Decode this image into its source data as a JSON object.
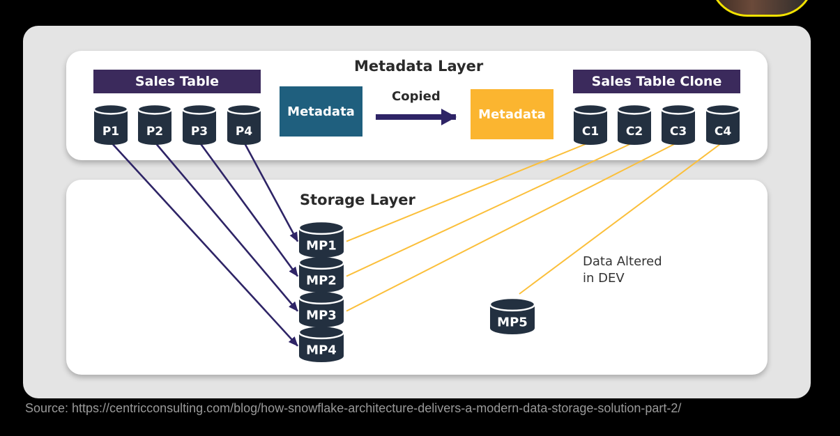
{
  "metadata_layer": {
    "title": "Metadata Layer",
    "sales_table": {
      "header": "Sales Table",
      "partitions": [
        "P1",
        "P2",
        "P3",
        "P4"
      ]
    },
    "clone_table": {
      "header": "Sales Table Clone",
      "partitions": [
        "C1",
        "C2",
        "C3",
        "C4"
      ]
    },
    "source_metadata": "Metadata",
    "copy_label": "Copied",
    "clone_metadata": "Metadata"
  },
  "storage_layer": {
    "title": "Storage Layer",
    "micro_partitions": [
      "MP1",
      "MP2",
      "MP3",
      "MP4",
      "MP5"
    ],
    "note_line1": "Data Altered",
    "note_line2": "in DEV"
  },
  "links": [
    {
      "from": "P1",
      "to": "MP4",
      "kind": "original"
    },
    {
      "from": "P2",
      "to": "MP3",
      "kind": "original"
    },
    {
      "from": "P3",
      "to": "MP2",
      "kind": "original"
    },
    {
      "from": "P4",
      "to": "MP1",
      "kind": "original"
    },
    {
      "from": "C1",
      "to": "MP1",
      "kind": "clone"
    },
    {
      "from": "C2",
      "to": "MP2",
      "kind": "clone"
    },
    {
      "from": "C3",
      "to": "MP3",
      "kind": "clone"
    },
    {
      "from": "C4",
      "to": "MP5",
      "kind": "clone"
    }
  ],
  "colors": {
    "header_purple": "#3b2a5c",
    "cylinder_dark": "#233040",
    "source_metadata_blue": "#1f5f7e",
    "clone_metadata_orange": "#fbb530",
    "original_link": "#2e2466",
    "clone_link": "#fbbf3a",
    "copy_arrow": "#2e2466"
  },
  "source_credit": "Source: https://centricconsulting.com/blog/how-snowflake-architecture-delivers-a-modern-data-storage-solution-part-2/"
}
